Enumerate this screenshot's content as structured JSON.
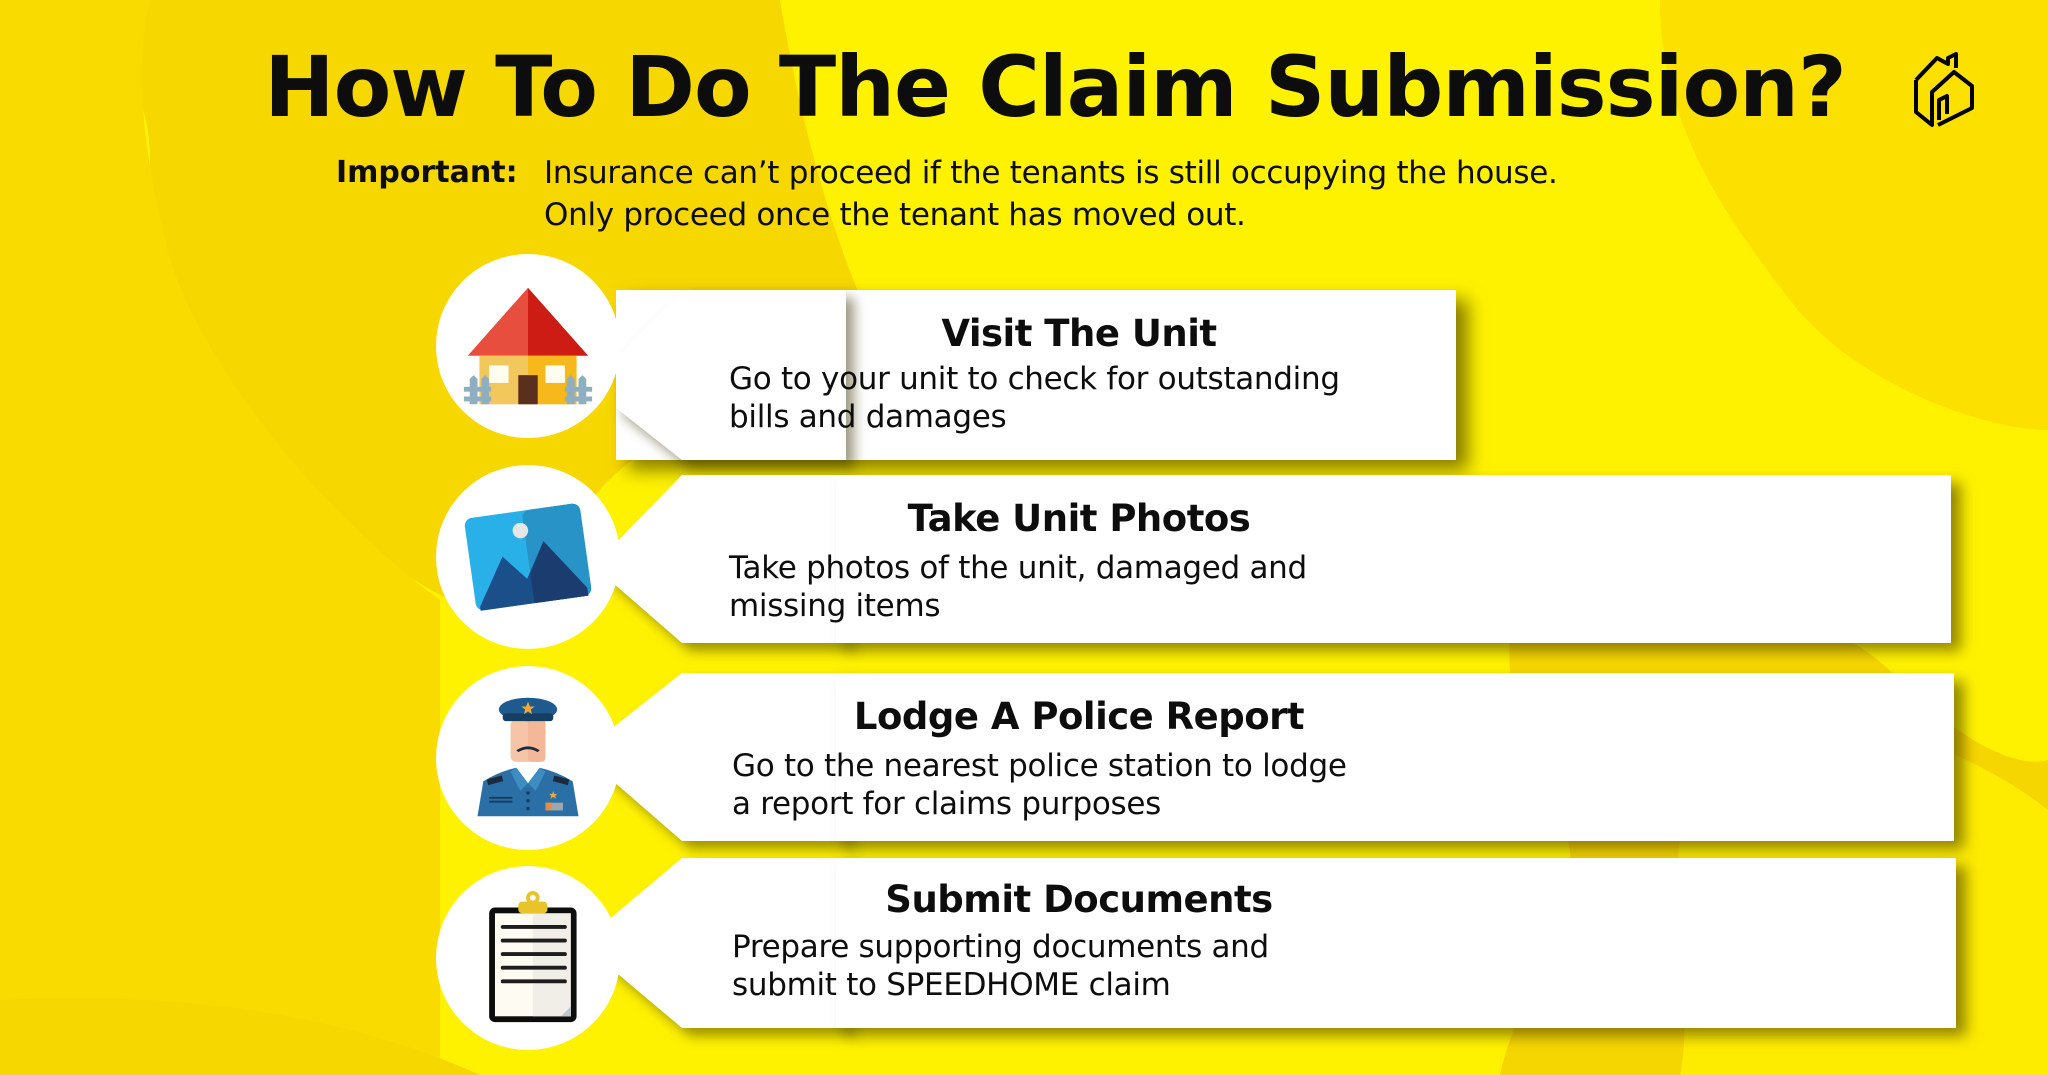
{
  "header": {
    "title": "How To Do The Claim Submission?",
    "logo_icon": "house-outline-logo-icon"
  },
  "notice": {
    "label": "Important:",
    "line1": "Insurance can’t proceed if the tenants is still occupying the house.",
    "line2": "Only proceed once the tenant has moved out."
  },
  "steps": [
    {
      "title": "Visit The Unit",
      "desc_line1": "Go to your unit to check for outstanding",
      "desc_line2": "bills and damages",
      "icon": "house-icon"
    },
    {
      "title": "Take Unit Photos",
      "desc_line1": "Take photos of the unit, damaged and",
      "desc_line2": "missing items",
      "icon": "photo-icon"
    },
    {
      "title": "Lodge A Police Report",
      "desc_line1": "Go to the nearest police station to lodge",
      "desc_line2": "a report for claims purposes",
      "icon": "police-officer-icon"
    },
    {
      "title": "Submit Documents",
      "desc_line1": "Prepare supporting documents and",
      "desc_line2": "submit to SPEEDHOME claim",
      "icon": "clipboard-icon"
    }
  ],
  "colors": {
    "background": "#FFF200",
    "background_dark": "#F7D800",
    "card": "#FFFFFF",
    "text": "#0D0D0D"
  }
}
